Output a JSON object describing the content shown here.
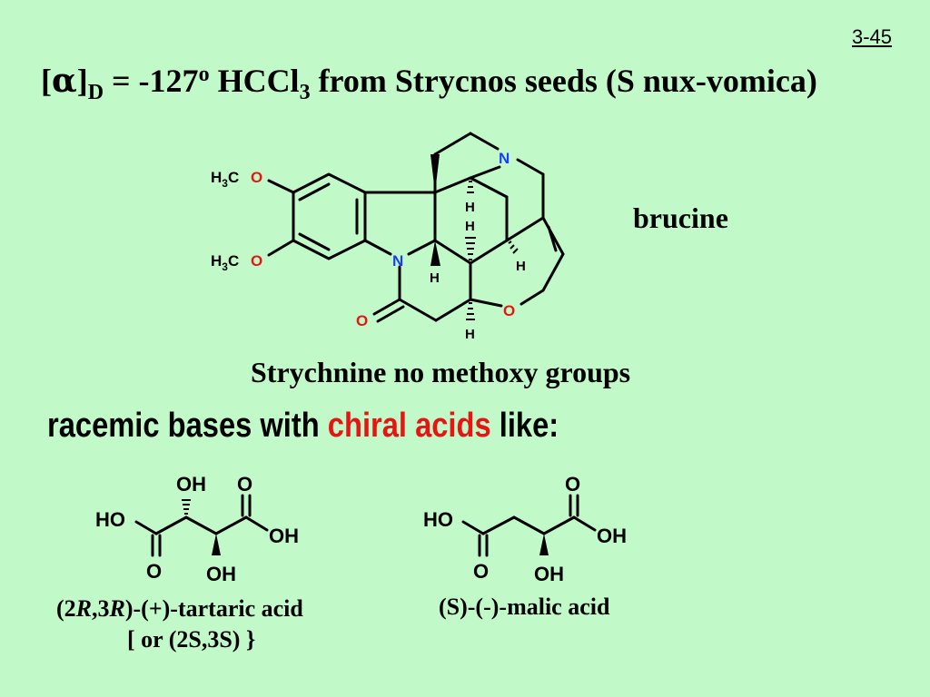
{
  "slide_number": "3-45",
  "title": {
    "open": "[",
    "alpha": "α",
    "close": "]",
    "sub_d": "D",
    "eq_value": " = -127",
    "degree": "o",
    "solvent_pre": " HCCl",
    "solvent_sub": "3",
    "source": " from Strycnos seeds (S nux-vomica)"
  },
  "brucine_label": "brucine",
  "strychnine_note": "Strychnine no methoxy groups",
  "racemic": {
    "part1": "racemic bases with ",
    "highlight": "chiral acids",
    "part2": " like:"
  },
  "tartaric": {
    "line1_prefix": "(2",
    "r1": "R",
    "mid": ",3",
    "r2": "R",
    "line1_suffix": ")-(+)-tartaric acid",
    "line2": "[ or (2S,3S) }"
  },
  "malic_label": "(S)-(-)-malic acid",
  "atoms": {
    "n_amine": "N",
    "n_amide": "N",
    "o_ether": "O",
    "o_carbonyl": "O",
    "h3c_top": "H3C",
    "o_top": "O",
    "h3c_bot": "H3C",
    "o_bot": "O",
    "h": "H",
    "ho": "HO",
    "oh": "OH",
    "o": "O"
  },
  "colors": {
    "background": "#c1fac8",
    "nitrogen": "#1a3cff",
    "oxygen": "#e81414",
    "highlight": "#e81414"
  }
}
